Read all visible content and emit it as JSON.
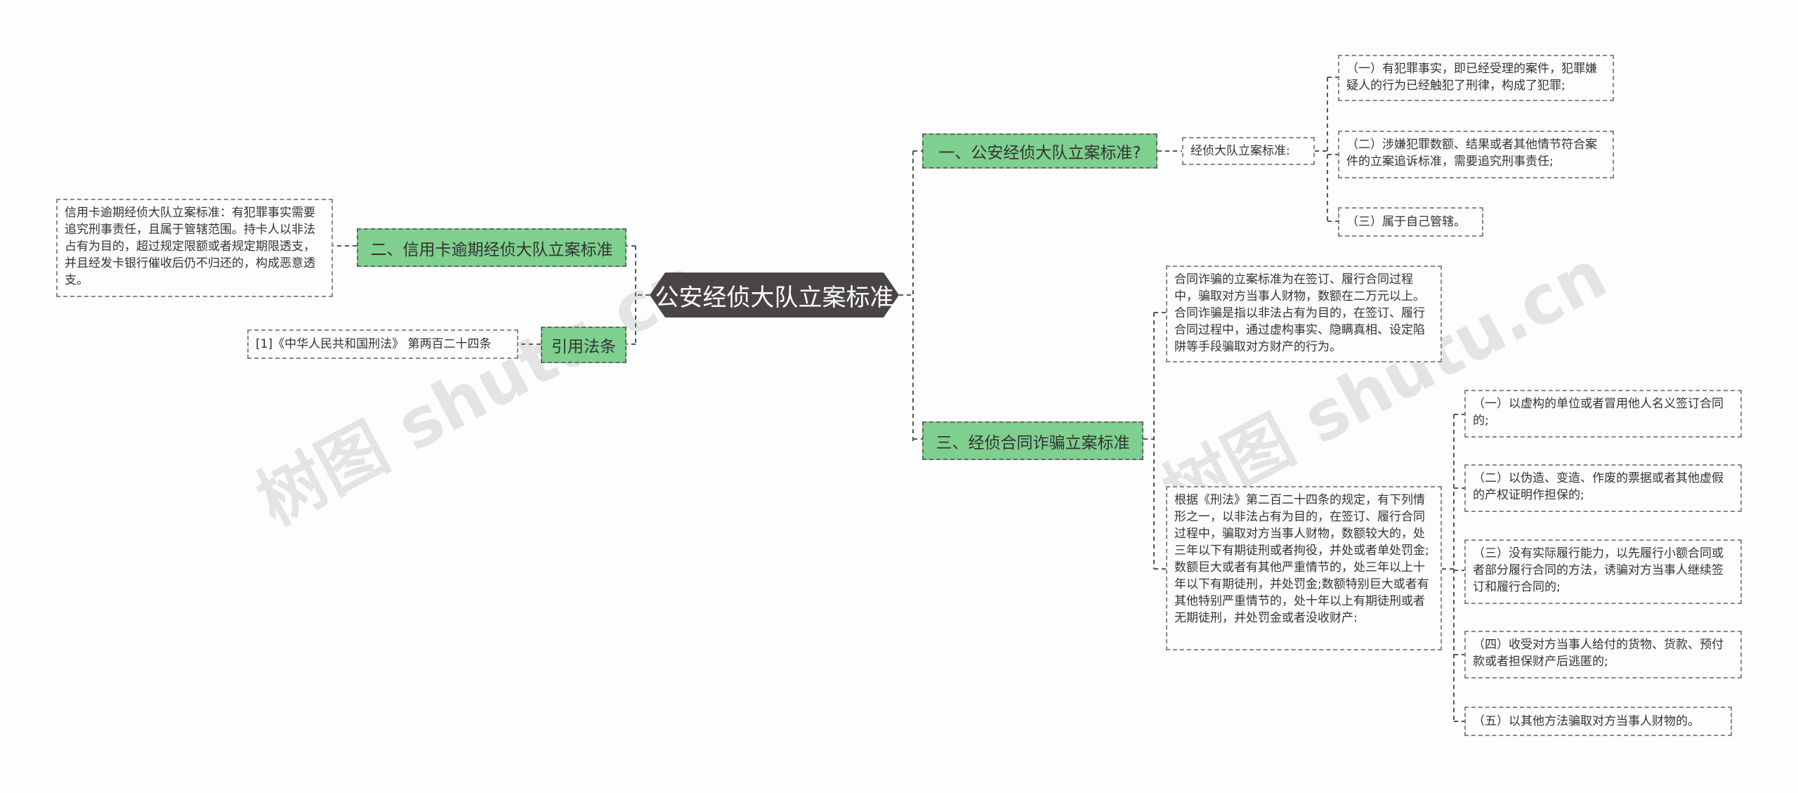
{
  "root": "公安经侦大队立案标准",
  "branches": {
    "b1": "一、公安经侦大队立案标准?",
    "b2": "二、信用卡逾期经侦大队立案标准",
    "b3": "三、经侦合同诈骗立案标准",
    "b4": "引用法条"
  },
  "leaves": {
    "b1_mid": "经侦大队立案标准:",
    "b1_items": [
      "（一）有犯罪事实，即已经受理的案件，犯罪嫌疑人的行为已经触犯了刑律，构成了犯罪;",
      "（二）涉嫌犯罪数额、结果或者其他情节符合案件的立案追诉标准，需要追究刑事责任;",
      "（三）属于自己管辖。"
    ],
    "b2_text": "信用卡逾期经侦大队立案标准：有犯罪事实需要追究刑事责任，且属于管辖范围。持卡人以非法占有为目的，超过规定限额或者规定期限透支，并且经发卡银行催收后仍不归还的，构成恶意透支。",
    "b4_text": "[1]《中华人民共和国刑法》 第两百二十四条",
    "b3_def": "合同诈骗的立案标准为在签订、履行合同过程中，骗取对方当事人财物，数额在二万元以上。合同诈骗是指以非法占有为目的，在签订、履行合同过程中，通过虚构事实、隐瞒真相、设定陷阱等手段骗取对方财产的行为。",
    "b3_law": "根据《刑法》第二百二十四条的规定，有下列情形之一，以非法占有为目的，在签订、履行合同过程中，骗取对方当事人财物，数额较大的，处三年以下有期徒刑或者拘役，并处或者单处罚金;数额巨大或者有其他严重情节的，处三年以上十年以下有期徒刑，并处罚金;数额特别巨大或者有其他特别严重情节的，处十年以上有期徒刑或者无期徒刑，并处罚金或者没收财产:",
    "b3_items": [
      "（一）以虚构的单位或者冒用他人名义签订合同的;",
      "（二）以伪造、变造、作废的票据或者其他虚假的产权证明作担保的;",
      "（三）没有实际履行能力，以先履行小额合同或者部分履行合同的方法，诱骗对方当事人继续签订和履行合同的;",
      "（四）收受对方当事人给付的货物、货款、预付款或者担保财产后逃匿的;",
      "（五）以其他方法骗取对方当事人财物的。"
    ]
  },
  "watermarks": [
    "树图 shutu.cn",
    "树图 shutu.cn"
  ],
  "colors": {
    "root": "#4a4545",
    "branch": "#7fcf8f",
    "line": "#555555"
  }
}
